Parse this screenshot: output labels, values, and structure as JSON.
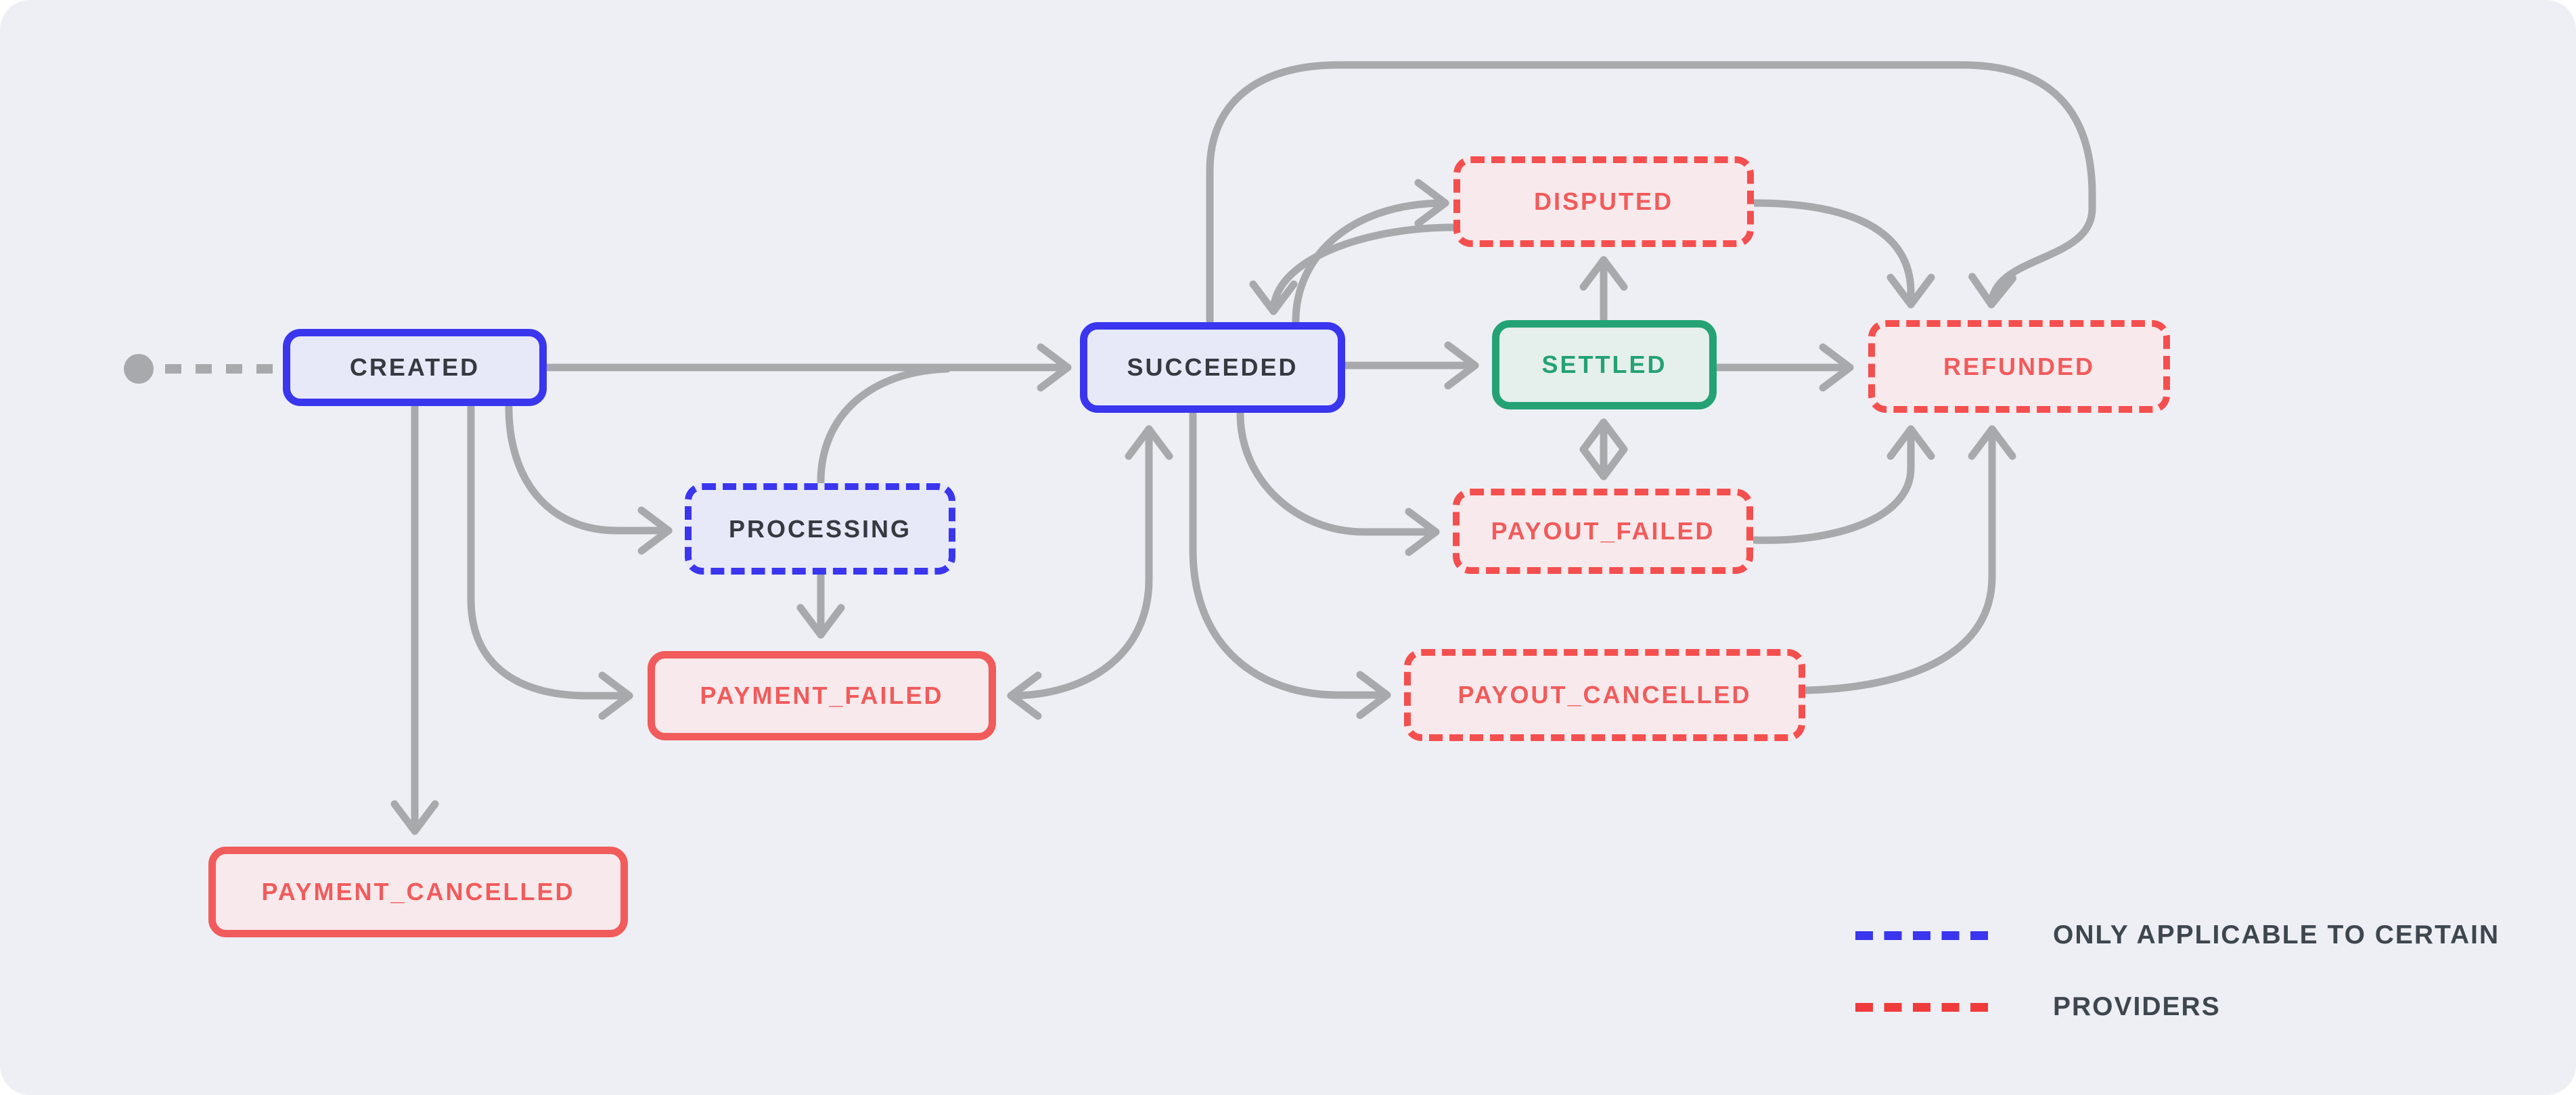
{
  "diagram": {
    "start_marker": {
      "type": "dot",
      "description": "gray start dot with dotted connector into CREATED"
    },
    "nodes": [
      {
        "id": "created",
        "label": "CREATED",
        "style": "blue-solid"
      },
      {
        "id": "processing",
        "label": "PROCESSING",
        "style": "blue-dashed"
      },
      {
        "id": "payment_failed",
        "label": "PAYMENT_FAILED",
        "style": "red-solid"
      },
      {
        "id": "payment_cancelled",
        "label": "PAYMENT_CANCELLED",
        "style": "red-solid"
      },
      {
        "id": "succeeded",
        "label": "SUCCEEDED",
        "style": "blue-solid"
      },
      {
        "id": "disputed",
        "label": "DISPUTED",
        "style": "red-dashed"
      },
      {
        "id": "settled",
        "label": "SETTLED",
        "style": "green-solid"
      },
      {
        "id": "payout_failed",
        "label": "PAYOUT_FAILED",
        "style": "red-dashed"
      },
      {
        "id": "payout_cancelled",
        "label": "PAYOUT_CANCELLED",
        "style": "red-dashed"
      },
      {
        "id": "refunded",
        "label": "REFUNDED",
        "style": "red-dashed"
      }
    ],
    "edges": [
      {
        "from": "START",
        "to": "CREATED",
        "type": "dotted"
      },
      {
        "from": "CREATED",
        "to": "SUCCEEDED"
      },
      {
        "from": "CREATED",
        "to": "PROCESSING"
      },
      {
        "from": "CREATED",
        "to": "PAYMENT_FAILED"
      },
      {
        "from": "CREATED",
        "to": "PAYMENT_CANCELLED"
      },
      {
        "from": "PROCESSING",
        "to": "SUCCEEDED"
      },
      {
        "from": "PROCESSING",
        "to": "PAYMENT_FAILED"
      },
      {
        "from": "SUCCEEDED",
        "to": "PAYMENT_FAILED",
        "bidirectional": true
      },
      {
        "from": "SUCCEEDED",
        "to": "PAYOUT_FAILED"
      },
      {
        "from": "SUCCEEDED",
        "to": "PAYOUT_CANCELLED"
      },
      {
        "from": "SUCCEEDED",
        "to": "SETTLED"
      },
      {
        "from": "SUCCEEDED",
        "to": "DISPUTED"
      },
      {
        "from": "DISPUTED",
        "to": "SUCCEEDED"
      },
      {
        "from": "SETTLED",
        "to": "DISPUTED"
      },
      {
        "from": "SETTLED",
        "to": "PAYOUT_FAILED",
        "bidirectional": true
      },
      {
        "from": "SETTLED",
        "to": "REFUNDED"
      },
      {
        "from": "DISPUTED",
        "to": "REFUNDED"
      },
      {
        "from": "SUCCEEDED",
        "to": "REFUNDED",
        "route": "top-arc"
      },
      {
        "from": "PAYOUT_FAILED",
        "to": "REFUNDED"
      },
      {
        "from": "PAYOUT_CANCELLED",
        "to": "REFUNDED"
      }
    ]
  },
  "legend": {
    "items": [
      {
        "style": "blue-dashed",
        "label": "ONLY APPLICABLE TO CERTAIN"
      },
      {
        "style": "red-dashed",
        "label": "PROVIDERS"
      }
    ]
  },
  "colors": {
    "page_bg": "#ffffff",
    "card_bg": "#edeff4",
    "blue": "#3a36ee",
    "blue_fill": "#e8e9f8",
    "red": "#f15b5b",
    "red_dash": "#f44f4f",
    "red_fill": "#f8e9ec",
    "green": "#25a274",
    "green_fill": "#e5efeb",
    "arrow": "#a7a9ac",
    "text_dark": "#363a40",
    "legend_text": "#3e464e"
  }
}
